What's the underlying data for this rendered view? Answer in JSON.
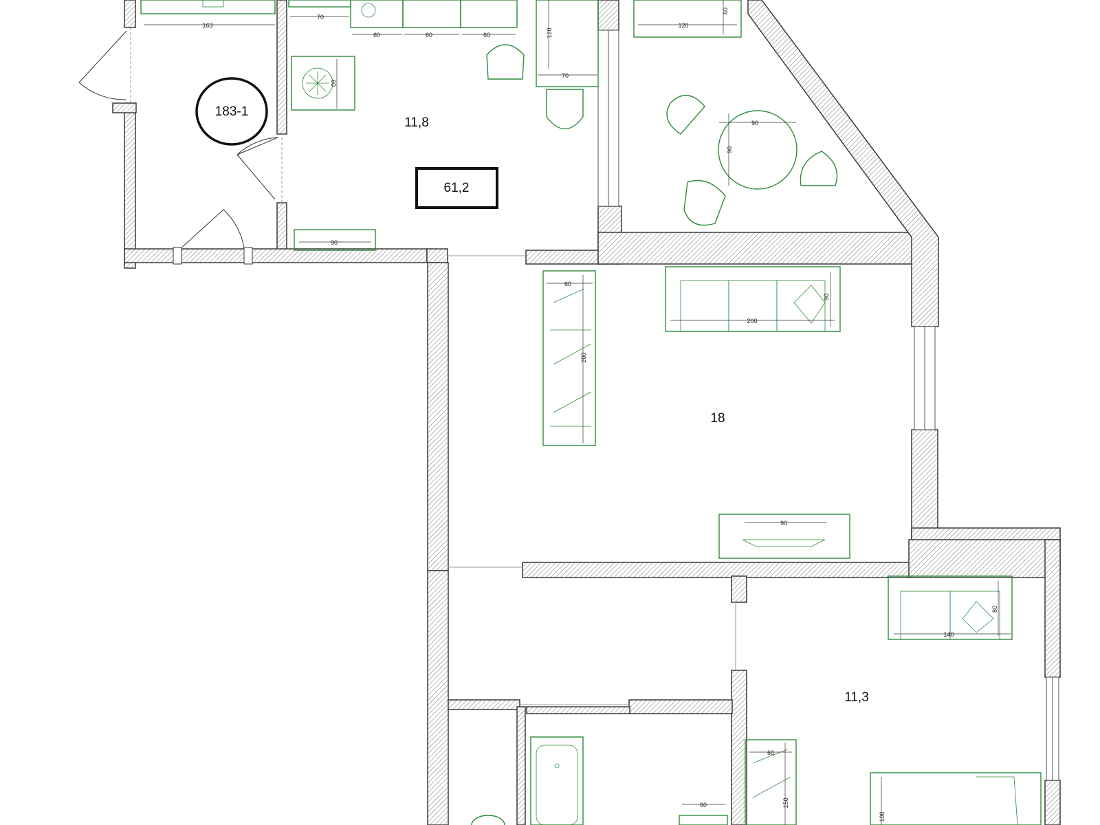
{
  "plan": {
    "apartment_label": "183-1",
    "total_area": "61,2",
    "rooms": {
      "kitchen_area": "11,8",
      "living_area": "18",
      "bedroom_area": "11,3"
    },
    "dimensions": {
      "hall_width": "163",
      "counter_top": "70",
      "cabinet_1": "60",
      "cabinet_2": "60",
      "cabinet_3": "60",
      "fridge_depth": "60",
      "hall_shelf": "90",
      "kitchen_table_length": "120",
      "kitchen_table_width": "70",
      "top_cabinet_width": "120",
      "top_cabinet_depth": "60",
      "round_table_w": "90",
      "round_table_d": "90",
      "wardrobe_depth": "60",
      "wardrobe_length": "200",
      "sofa_length": "200",
      "sofa_depth": "90",
      "tv_stand": "90",
      "small_sofa_length": "140",
      "small_sofa_depth": "80",
      "bedroom_wardrobe_depth": "60",
      "bedroom_wardrobe_length": "150",
      "bath_sink": "60",
      "bed_width": "100"
    },
    "colors": {
      "furniture": "#2e8b3a",
      "wall": "#3a3a3a"
    }
  }
}
